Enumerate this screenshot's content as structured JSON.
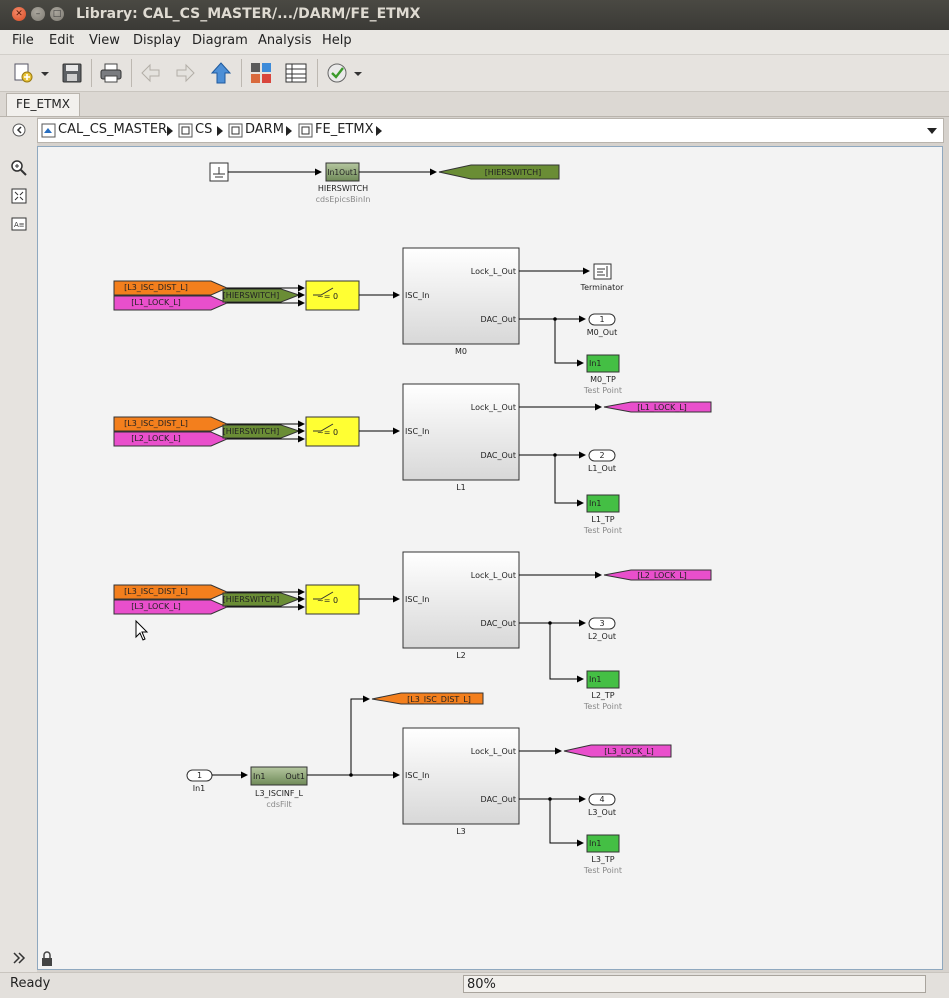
{
  "window": {
    "title": "Library: CAL_CS_MASTER/.../DARM/FE_ETMX",
    "close_glyph": "✕",
    "min_glyph": "–",
    "max_glyph": "□"
  },
  "menu": [
    "File",
    "Edit",
    "View",
    "Display",
    "Diagram",
    "Analysis",
    "Help"
  ],
  "tab": "FE_ETMX",
  "breadcrumb": [
    "CAL_CS_MASTER",
    "CS",
    "DARM",
    "FE_ETMX"
  ],
  "status": {
    "text": "Ready",
    "zoom": "80%"
  },
  "colors": {
    "orange": "#f37f1d",
    "magenta": "#e94fcc",
    "olive": "#6a8d35",
    "yellow": "#ffff33",
    "green": "#44bf44"
  },
  "diagram": {
    "top": {
      "const_label": "HIERSWITCH",
      "const_sub": "cdsEpicsBinIn",
      "block_text": "In1Out1",
      "goto": "[HIERSWITCH]"
    },
    "m0": {
      "from_isc": "[L3_ISC_DIST_L]",
      "from_lock": "[L1_LOCK_L]",
      "hier": "[HIERSWITCH]",
      "switch": "~= 0",
      "name": "M0",
      "in_port": "ISC_In",
      "out_lock": "Lock_L_Out",
      "out_dac": "DAC_Out",
      "term": "Terminator",
      "out_num": "1",
      "out_name": "M0_Out",
      "tp_block": "In1",
      "tp_name": "M0_TP",
      "tp_sub": "Test Point"
    },
    "l1": {
      "from_isc": "[L3_ISC_DIST_L]",
      "from_lock": "[L2_LOCK_L]",
      "hier": "[HIERSWITCH]",
      "switch": "~= 0",
      "name": "L1",
      "in_port": "ISC_In",
      "out_lock": "Lock_L_Out",
      "out_dac": "DAC_Out",
      "goto": "[L1_LOCK_L]",
      "out_num": "2",
      "out_name": "L1_Out",
      "tp_block": "In1",
      "tp_name": "L1_TP",
      "tp_sub": "Test Point"
    },
    "l2": {
      "from_isc": "[L3_ISC_DIST_L]",
      "from_lock": "[L3_LOCK_L]",
      "hier": "[HIERSWITCH]",
      "switch": "~= 0",
      "name": "L2",
      "in_port": "ISC_In",
      "out_lock": "Lock_L_Out",
      "out_dac": "DAC_Out",
      "goto": "[L2_LOCK_L]",
      "out_num": "3",
      "out_name": "L2_Out",
      "tp_block": "In1",
      "tp_name": "L2_TP",
      "tp_sub": "Test Point"
    },
    "l3": {
      "in_num": "1",
      "in_name": "In1",
      "filt_in": "In1",
      "filt_out": "Out1",
      "filt_name": "L3_ISCINF_L",
      "filt_sub": "cdsFilt",
      "goto_isc": "[L3_ISC_DIST_L]",
      "name": "L3",
      "in_port": "ISC_In",
      "out_lock": "Lock_L_Out",
      "out_dac": "DAC_Out",
      "goto": "[L3_LOCK_L]",
      "out_num": "4",
      "out_name": "L3_Out",
      "tp_block": "In1",
      "tp_name": "L3_TP",
      "tp_sub": "Test Point"
    }
  }
}
